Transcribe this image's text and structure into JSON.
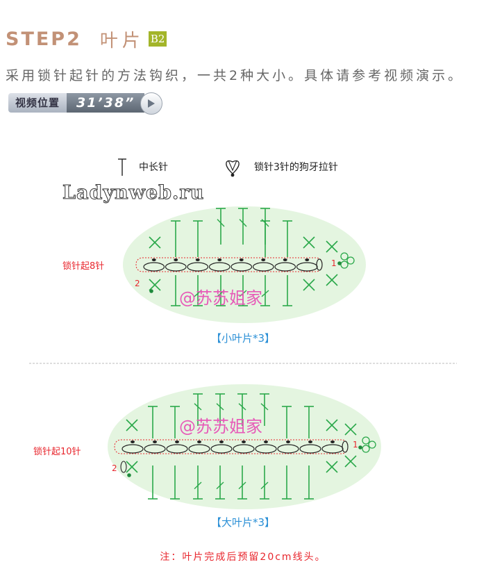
{
  "header": {
    "step": "STEP2",
    "part_name": "叶片",
    "badge": "B2"
  },
  "instructions": {
    "text": "采用锁针起针的方法钩织，一共2种大小。具体请参考视频演示。",
    "video_label": "视频位置",
    "video_time": "31’38”"
  },
  "legend": {
    "item1_label": "中长针",
    "item1_icon": "half-double-crochet-symbol",
    "item2_label": "锁针3针的狗牙拉针",
    "item2_icon": "picot-symbol"
  },
  "watermarks": {
    "site": "Ladynweb.ru",
    "author": "@苏苏姐家"
  },
  "small_leaf": {
    "chain_label": "锁针起8针",
    "chain_count": 8,
    "round1": "1",
    "round2": "2",
    "caption": "【小叶片*3】"
  },
  "large_leaf": {
    "chain_label": "锁针起10针",
    "chain_count": 10,
    "round1": "1",
    "round2": "2",
    "caption": "【大叶片*3】"
  },
  "note": "注：叶片完成后预留20cm线头。",
  "colors": {
    "title": "#c29176",
    "badge": "#a3b52a",
    "leaf_fill": "#e4f5e0",
    "stitch": "#2aa84a",
    "label_red": "#e8262d",
    "caption_blue": "#2a8fd6",
    "author_pink": "#e75ab8"
  }
}
